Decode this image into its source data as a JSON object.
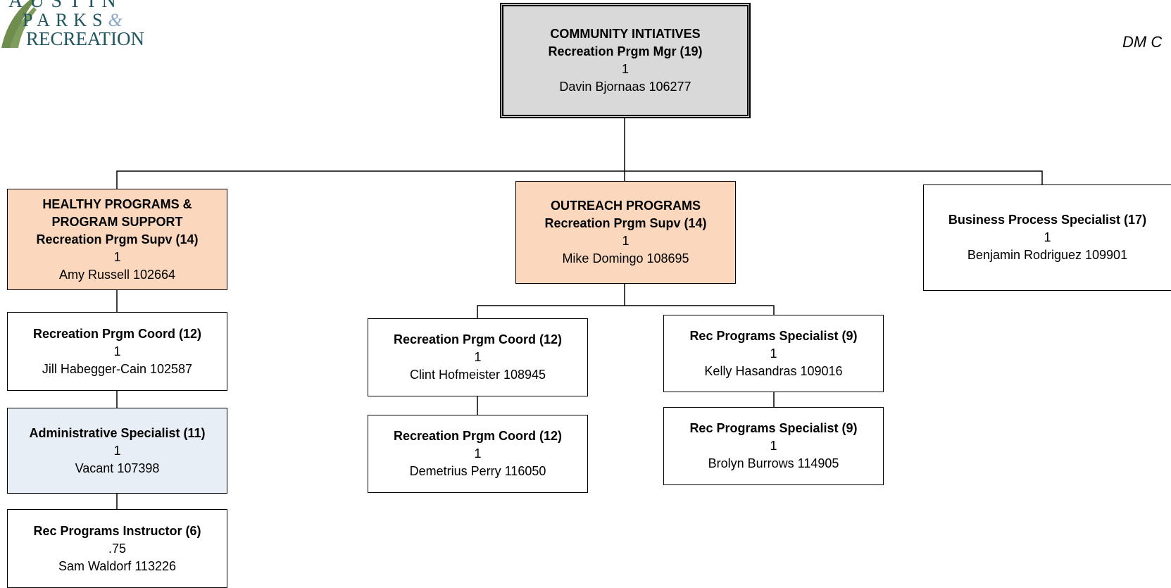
{
  "logo": {
    "line1": "AUSTIN",
    "line2": "PARKS",
    "line2_amp": "&",
    "line3": "RECREATION",
    "brand_color": "#1f5660",
    "leaf_color": "#6e8d4e"
  },
  "corner_note": "DM C",
  "colors": {
    "head_fill": "#d9d9d9",
    "supervisor_fill": "#fbd8bd",
    "admin_fill": "#e8eef5",
    "default_fill": "#ffffff",
    "line": "#000000"
  },
  "nodes": {
    "head": {
      "title1": "COMMUNITY INTIATIVES",
      "title2": "Recreation Prgm Mgr (19)",
      "fte": "1",
      "person": "Davin Bjornaas  106277"
    },
    "healthy": {
      "title1": "HEALTHY PROGRAMS &",
      "title2": "PROGRAM SUPPORT",
      "title3": "Recreation Prgm Supv (14)",
      "fte": "1",
      "person": "Amy Russell 102664"
    },
    "healthy_coord": {
      "title": "Recreation Prgm Coord (12)",
      "fte": "1",
      "person": "Jill Habegger-Cain 102587"
    },
    "admin": {
      "title": "Administrative Specialist (11)",
      "fte": "1",
      "person": "Vacant 107398"
    },
    "instructor": {
      "title": "Rec Programs Instructor (6)",
      "fte": ".75",
      "person": "Sam Waldorf 113226"
    },
    "outreach": {
      "title1": "OUTREACH PROGRAMS",
      "title2": "Recreation Prgm Supv (14)",
      "fte": "1",
      "person": "Mike Domingo 108695"
    },
    "outreach_coord1": {
      "title": "Recreation Prgm Coord (12)",
      "fte": "1",
      "person": "Clint Hofmeister 108945"
    },
    "outreach_coord2": {
      "title": "Recreation Prgm Coord (12)",
      "fte": "1",
      "person": "Demetrius Perry  116050"
    },
    "spec1": {
      "title": "Rec Programs Specialist (9)",
      "fte": "1",
      "person": "Kelly Hasandras 109016"
    },
    "spec2": {
      "title": "Rec Programs Specialist (9)",
      "fte": "1",
      "person": "Brolyn Burrows 114905"
    },
    "business": {
      "title": "Business Process Specialist (17)",
      "fte": "1",
      "person": "Benjamin Rodriguez 109901"
    }
  }
}
